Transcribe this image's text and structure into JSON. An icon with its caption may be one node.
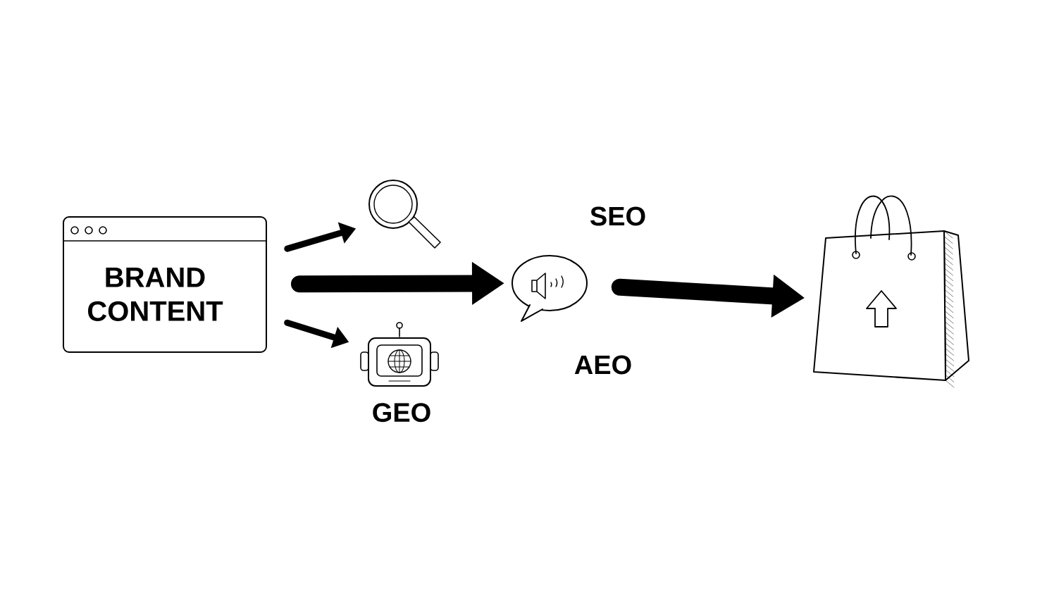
{
  "diagram": {
    "nodes": [
      {
        "text": [
          "BRAND CONTENT"
        ]
      },
      {
        "text": [],
        "shape": "magnifier"
      },
      {
        "text": [],
        "shape": "robot",
        "beside": [
          "GEO"
        ]
      },
      {
        "text": [],
        "shape": "speech-bubble"
      },
      {
        "text": [],
        "shape": "bag"
      }
    ],
    "edges": [
      {
        "from": 0,
        "to": 1,
        "arrow": "to"
      },
      {
        "from": 0,
        "to": 3,
        "arrow": "to",
        "style": "thick"
      },
      {
        "from": 0,
        "to": 2,
        "arrow": "to"
      },
      {
        "from": 3,
        "to": 4,
        "arrow": "to",
        "style": "thick"
      }
    ],
    "labels": [
      "SEO",
      "AEO"
    ]
  }
}
